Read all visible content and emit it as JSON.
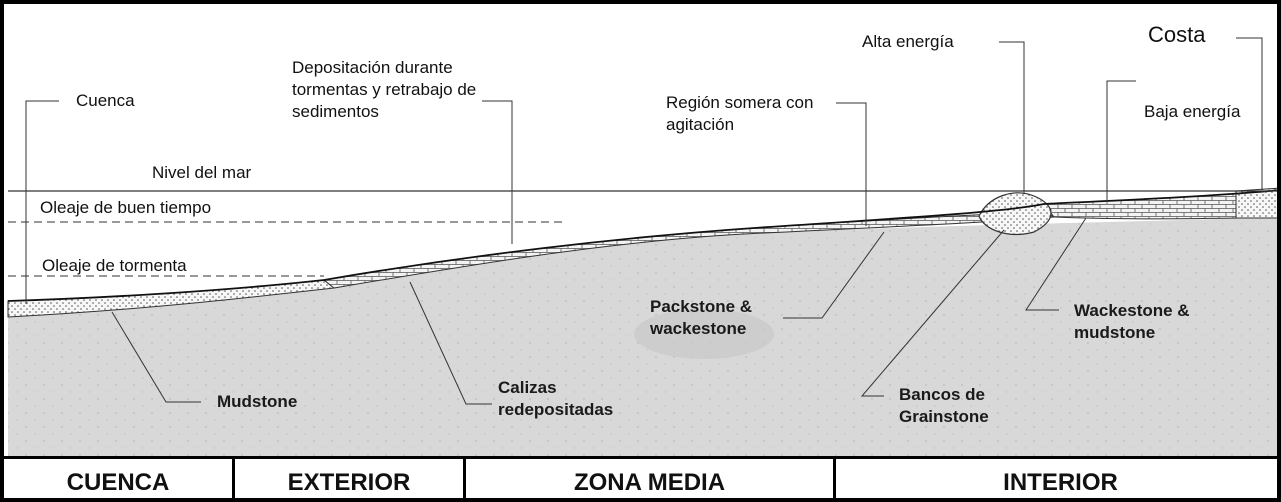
{
  "labels": {
    "cuenca": "Cuenca",
    "depositacion": "Depositación durante tormentas y retrabajo de sedimentos",
    "region_somera": "Región somera con agitación",
    "alta_energia": "Alta energía",
    "costa": "Costa",
    "baja_energia": "Baja energía",
    "nivel_mar": "Nivel del mar",
    "oleaje_buen_tiempo": "Oleaje de buen tiempo",
    "oleaje_tormenta": "Oleaje de tormenta"
  },
  "facies": {
    "mudstone": "Mudstone",
    "calizas": "Calizas redepositadas",
    "packstone": "Packstone & wackestone",
    "bancos": "Bancos de Grainstone",
    "wackestone": "Wackestone & mudstone"
  },
  "zones": [
    "CUENCA",
    "EXTERIOR",
    "ZONA MEDIA",
    "INTERIOR"
  ],
  "colors": {
    "substrate": "#d9d9d9",
    "limestone": "#f2f2f2",
    "lines": "#222222"
  }
}
